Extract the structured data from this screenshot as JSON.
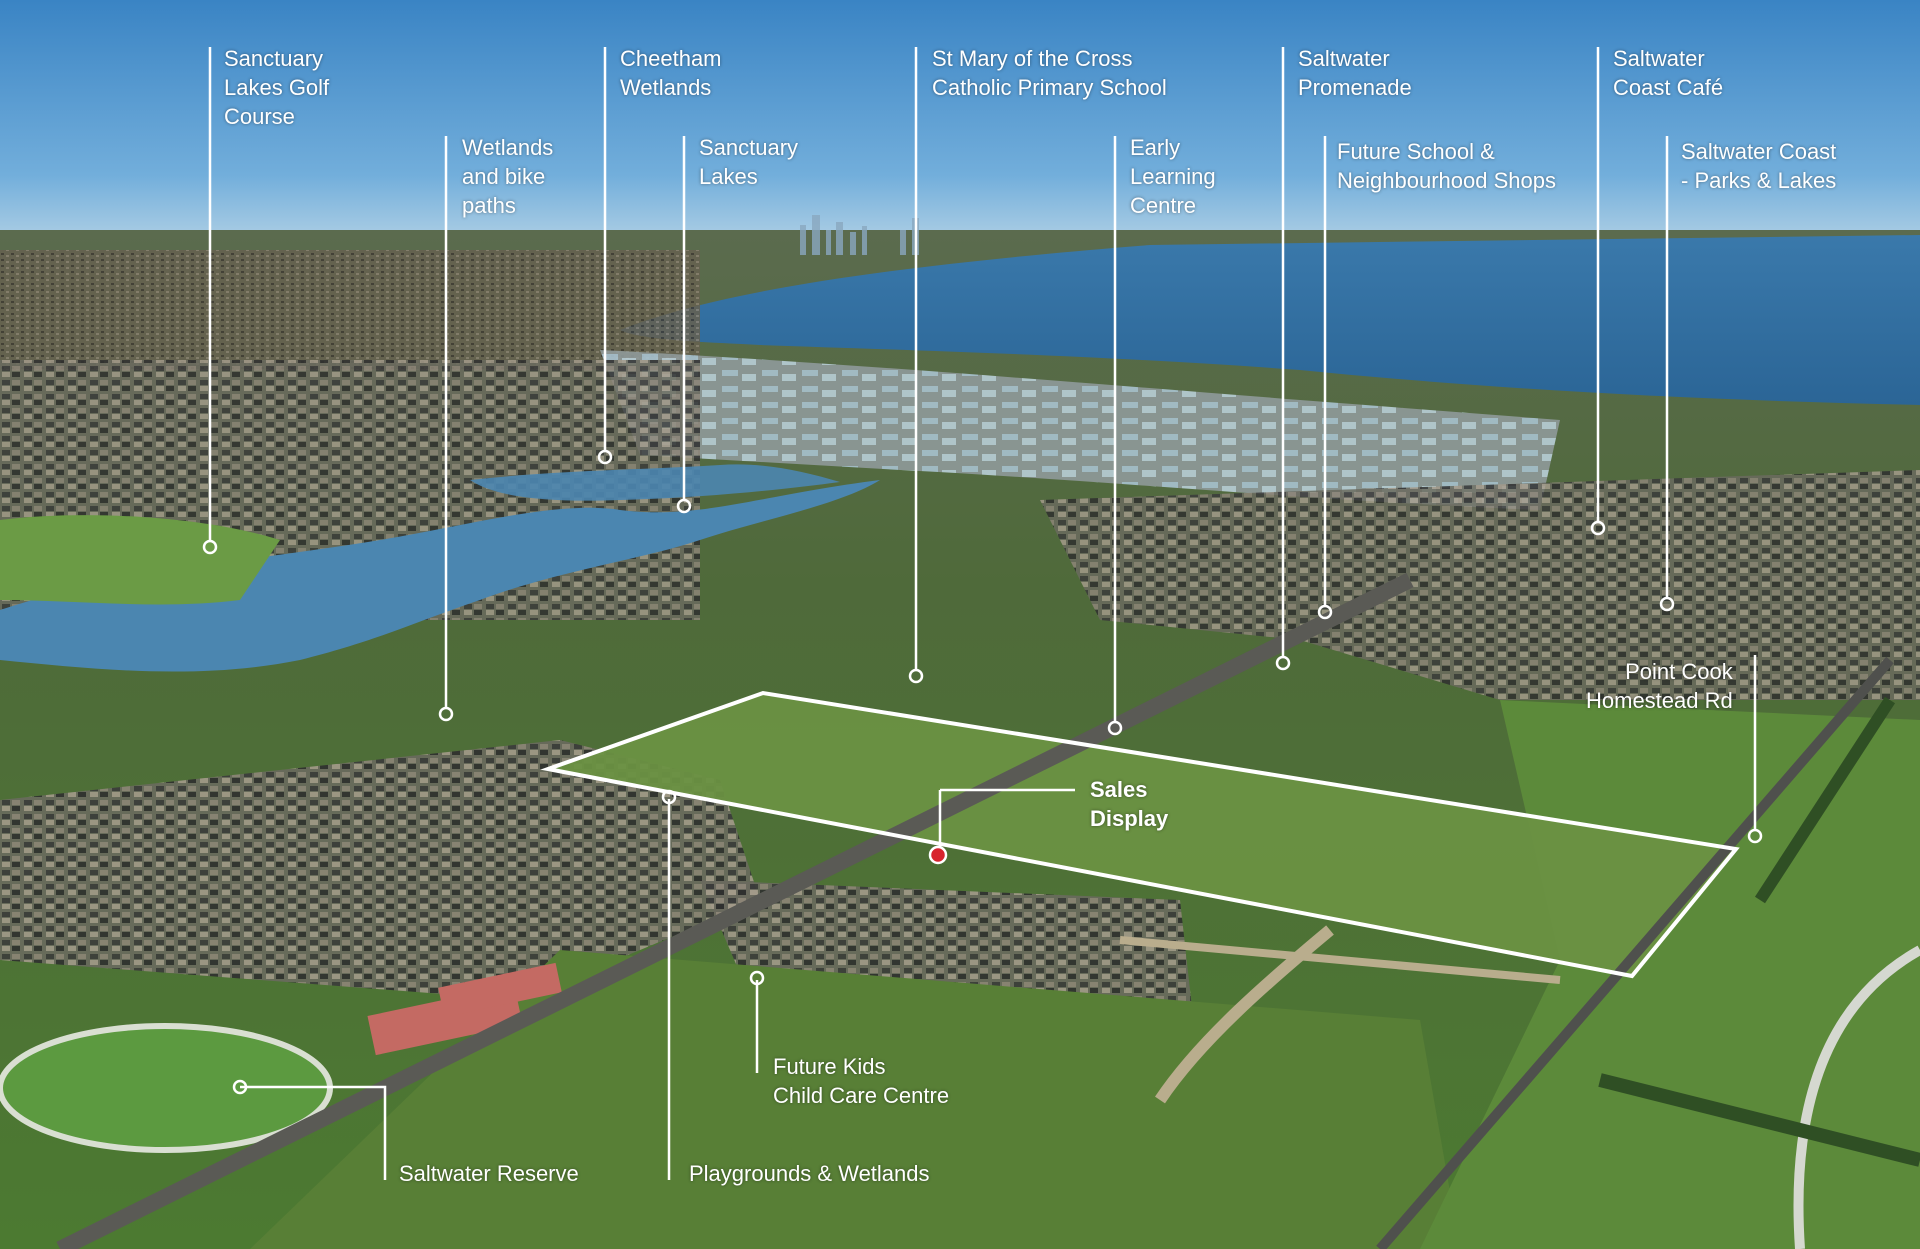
{
  "map": {
    "labels": {
      "sanctuary_golf": "Sanctuary\nLakes Golf\nCourse",
      "wetlands_bike": "Wetlands\nand bike\npaths",
      "cheetham": "Cheetham\nWetlands",
      "sanctuary_lakes": "Sanctuary\nLakes",
      "st_mary": "St Mary of the Cross\nCatholic Primary School",
      "early_learning": "Early\nLearning\nCentre",
      "saltwater_promenade": "Saltwater\nPromenade",
      "future_school": "Future School &\nNeighbourhood Shops",
      "saltwater_cafe": "Saltwater\nCoast Café",
      "saltwater_parks": "Saltwater Coast\n- Parks & Lakes",
      "point_cook": "Point Cook\nHomestead Rd",
      "sales_display": "Sales\nDisplay",
      "future_kids": "Future Kids\nChild Care Centre",
      "saltwater_reserve": "Saltwater Reserve",
      "playgrounds": "Playgrounds & Wetlands"
    },
    "colors": {
      "sales_marker": "#d8242f",
      "water": "#3e7fae",
      "bay": "#2f6e9f",
      "grass": "#5f8a3f",
      "field": "#7a9c4a"
    }
  }
}
